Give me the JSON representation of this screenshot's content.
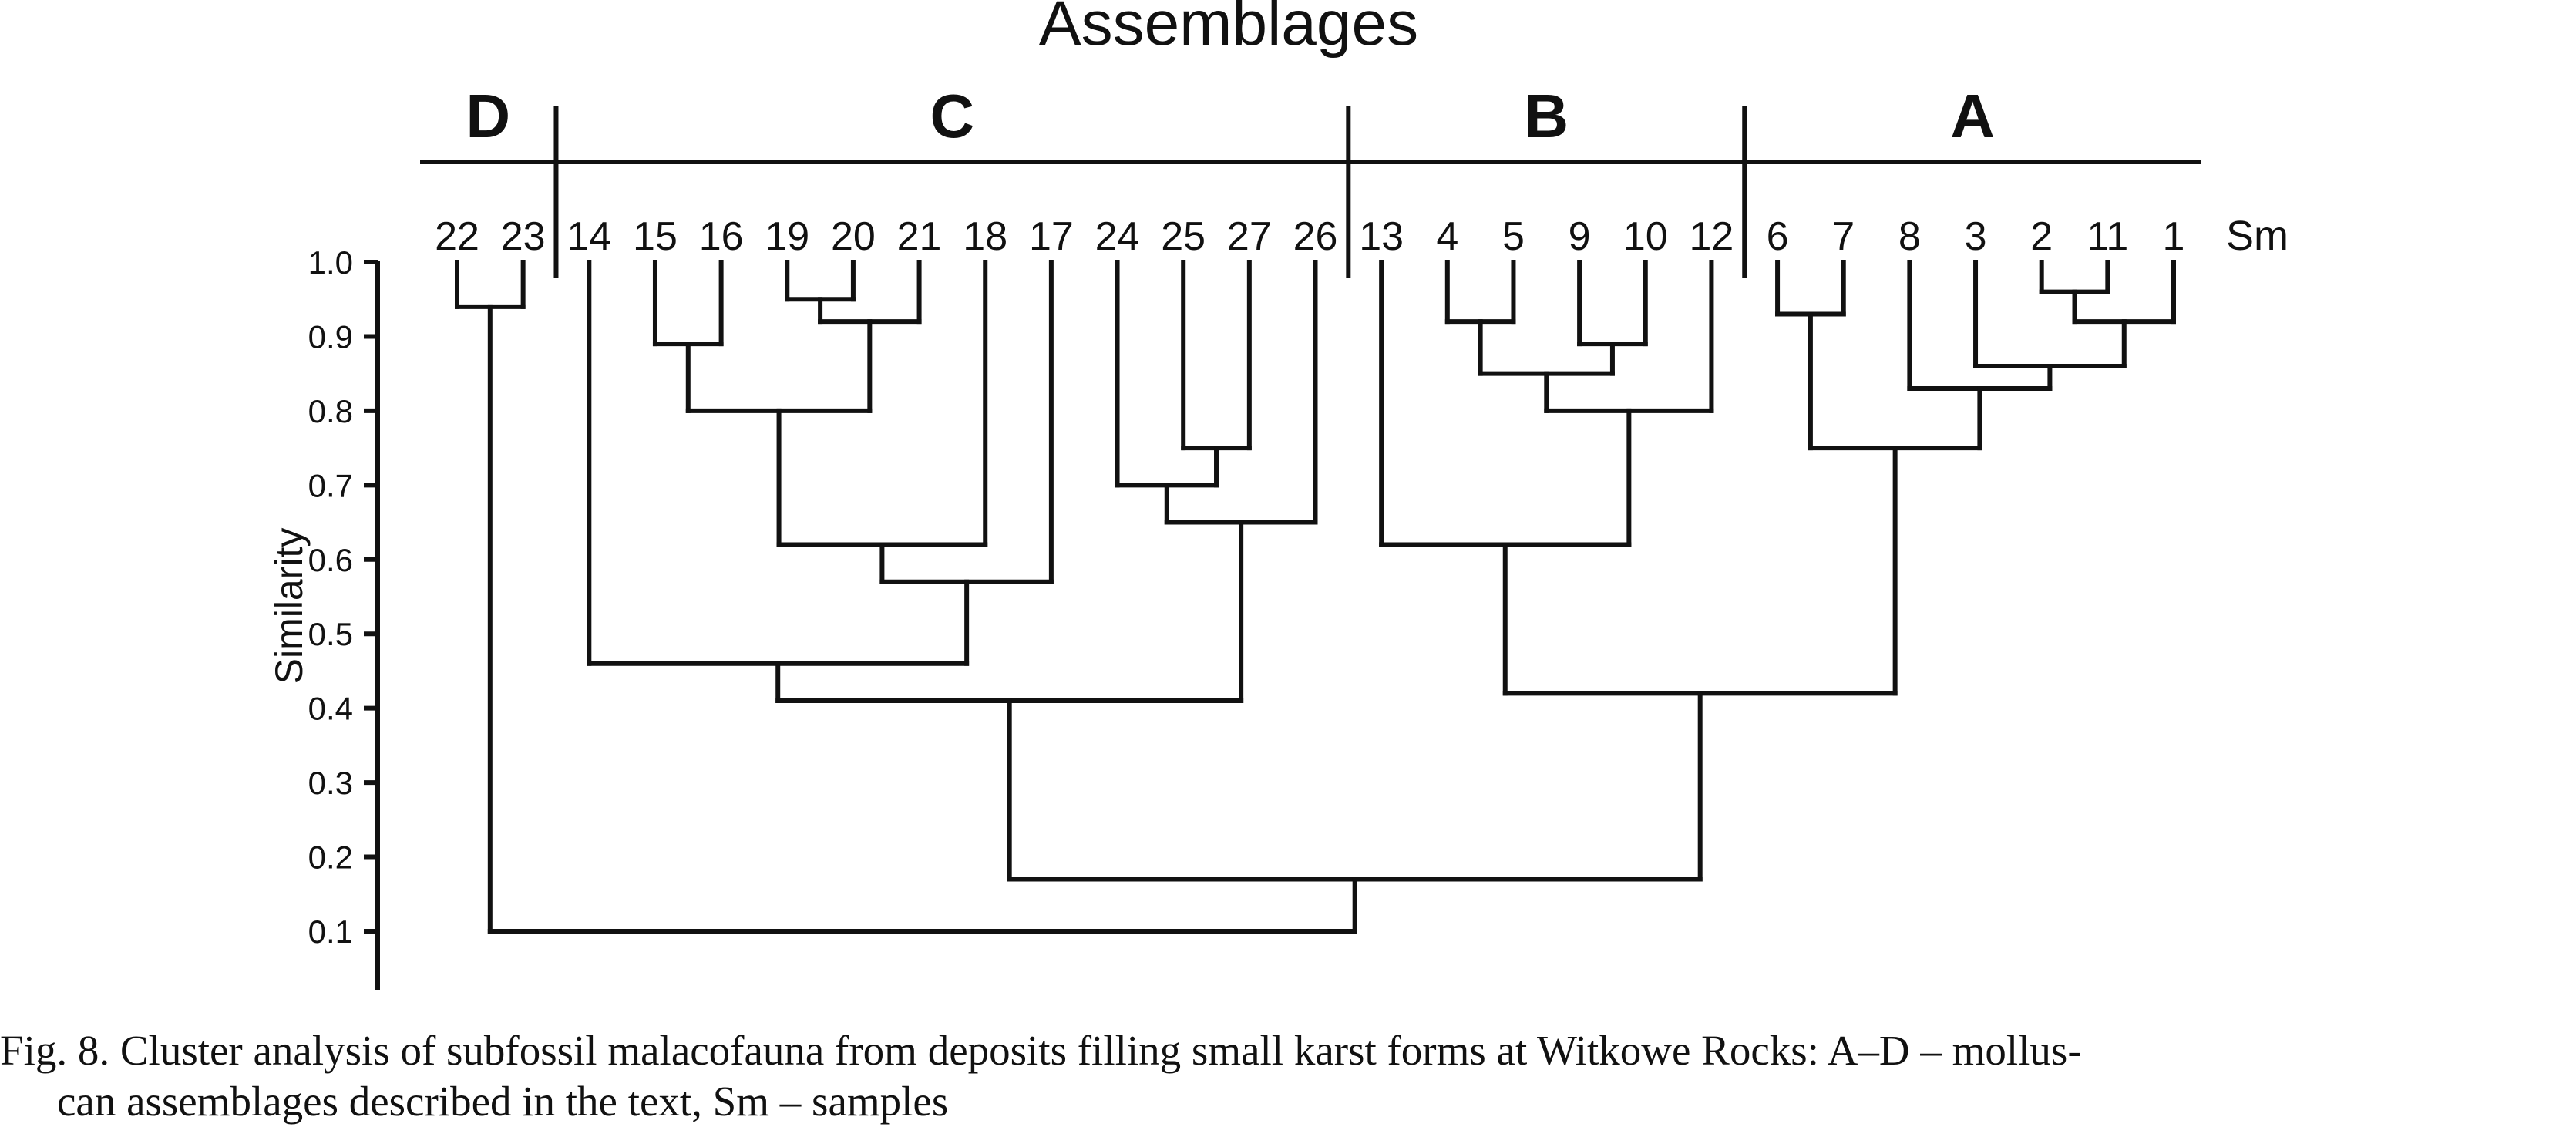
{
  "chart_data": {
    "type": "dendrogram",
    "title": "Assemblages",
    "ylabel": "Similarity",
    "ylim": [
      0.0,
      1.0
    ],
    "yticks": [
      "0.1",
      "0.2",
      "0.3",
      "0.4",
      "0.5",
      "0.6",
      "0.7",
      "0.8",
      "0.9",
      "1.0"
    ],
    "sample_axis_label": "Sm",
    "leaves": [
      "22",
      "23",
      "14",
      "15",
      "16",
      "19",
      "20",
      "21",
      "18",
      "17",
      "24",
      "25",
      "27",
      "26",
      "13",
      "4",
      "5",
      "9",
      "10",
      "12",
      "6",
      "7",
      "8",
      "3",
      "2",
      "11",
      "1"
    ],
    "assemblages": [
      {
        "label": "D",
        "leaves": [
          "22",
          "23"
        ]
      },
      {
        "label": "C",
        "leaves": [
          "14",
          "15",
          "16",
          "19",
          "20",
          "21",
          "18",
          "17",
          "24",
          "25",
          "27",
          "26"
        ]
      },
      {
        "label": "B",
        "leaves": [
          "13",
          "4",
          "5",
          "9",
          "10",
          "12"
        ]
      },
      {
        "label": "A",
        "leaves": [
          "6",
          "7",
          "8",
          "3",
          "2",
          "11",
          "1"
        ]
      }
    ],
    "merges": [
      {
        "id": "m1",
        "children": [
          "22",
          "23"
        ],
        "similarity": 0.94
      },
      {
        "id": "m2",
        "children": [
          "15",
          "16"
        ],
        "similarity": 0.89
      },
      {
        "id": "m3",
        "children": [
          "19",
          "20"
        ],
        "similarity": 0.95
      },
      {
        "id": "m4",
        "children": [
          "m3",
          "21"
        ],
        "similarity": 0.92
      },
      {
        "id": "m5",
        "children": [
          "m2",
          "m4"
        ],
        "similarity": 0.8
      },
      {
        "id": "m6",
        "children": [
          "m5",
          "18"
        ],
        "similarity": 0.62
      },
      {
        "id": "m7",
        "children": [
          "m6",
          "17"
        ],
        "similarity": 0.57
      },
      {
        "id": "m8",
        "children": [
          "14",
          "m7"
        ],
        "similarity": 0.46
      },
      {
        "id": "m9",
        "children": [
          "25",
          "27"
        ],
        "similarity": 0.75
      },
      {
        "id": "m10",
        "children": [
          "24",
          "m9"
        ],
        "similarity": 0.7
      },
      {
        "id": "m11",
        "children": [
          "m10",
          "26"
        ],
        "similarity": 0.65
      },
      {
        "id": "m12",
        "children": [
          "m8",
          "m11"
        ],
        "similarity": 0.41
      },
      {
        "id": "m13",
        "children": [
          "4",
          "5"
        ],
        "similarity": 0.92
      },
      {
        "id": "m14",
        "children": [
          "9",
          "10"
        ],
        "similarity": 0.89
      },
      {
        "id": "m15",
        "children": [
          "m13",
          "m14"
        ],
        "similarity": 0.85
      },
      {
        "id": "m16",
        "children": [
          "m15",
          "12"
        ],
        "similarity": 0.8
      },
      {
        "id": "m17",
        "children": [
          "13",
          "m16"
        ],
        "similarity": 0.62
      },
      {
        "id": "m18",
        "children": [
          "6",
          "7"
        ],
        "similarity": 0.93
      },
      {
        "id": "m19",
        "children": [
          "2",
          "11"
        ],
        "similarity": 0.96
      },
      {
        "id": "m20",
        "children": [
          "m19",
          "1"
        ],
        "similarity": 0.92
      },
      {
        "id": "m21",
        "children": [
          "3",
          "m20"
        ],
        "similarity": 0.86
      },
      {
        "id": "m22",
        "children": [
          "8",
          "m21"
        ],
        "similarity": 0.83
      },
      {
        "id": "m23",
        "children": [
          "m18",
          "m22"
        ],
        "similarity": 0.75
      },
      {
        "id": "m24",
        "children": [
          "m17",
          "m23"
        ],
        "similarity": 0.42
      },
      {
        "id": "m25",
        "children": [
          "m12",
          "m24"
        ],
        "similarity": 0.17
      },
      {
        "id": "m26",
        "children": [
          "m1",
          "m25"
        ],
        "similarity": 0.1
      }
    ]
  },
  "caption": {
    "line1": "Fig. 8. Cluster analysis of subfossil malacofauna from deposits filling small karst forms at Witkowe Rocks: A–D – mollus-",
    "line2": "can assemblages described in the text, Sm – samples"
  }
}
